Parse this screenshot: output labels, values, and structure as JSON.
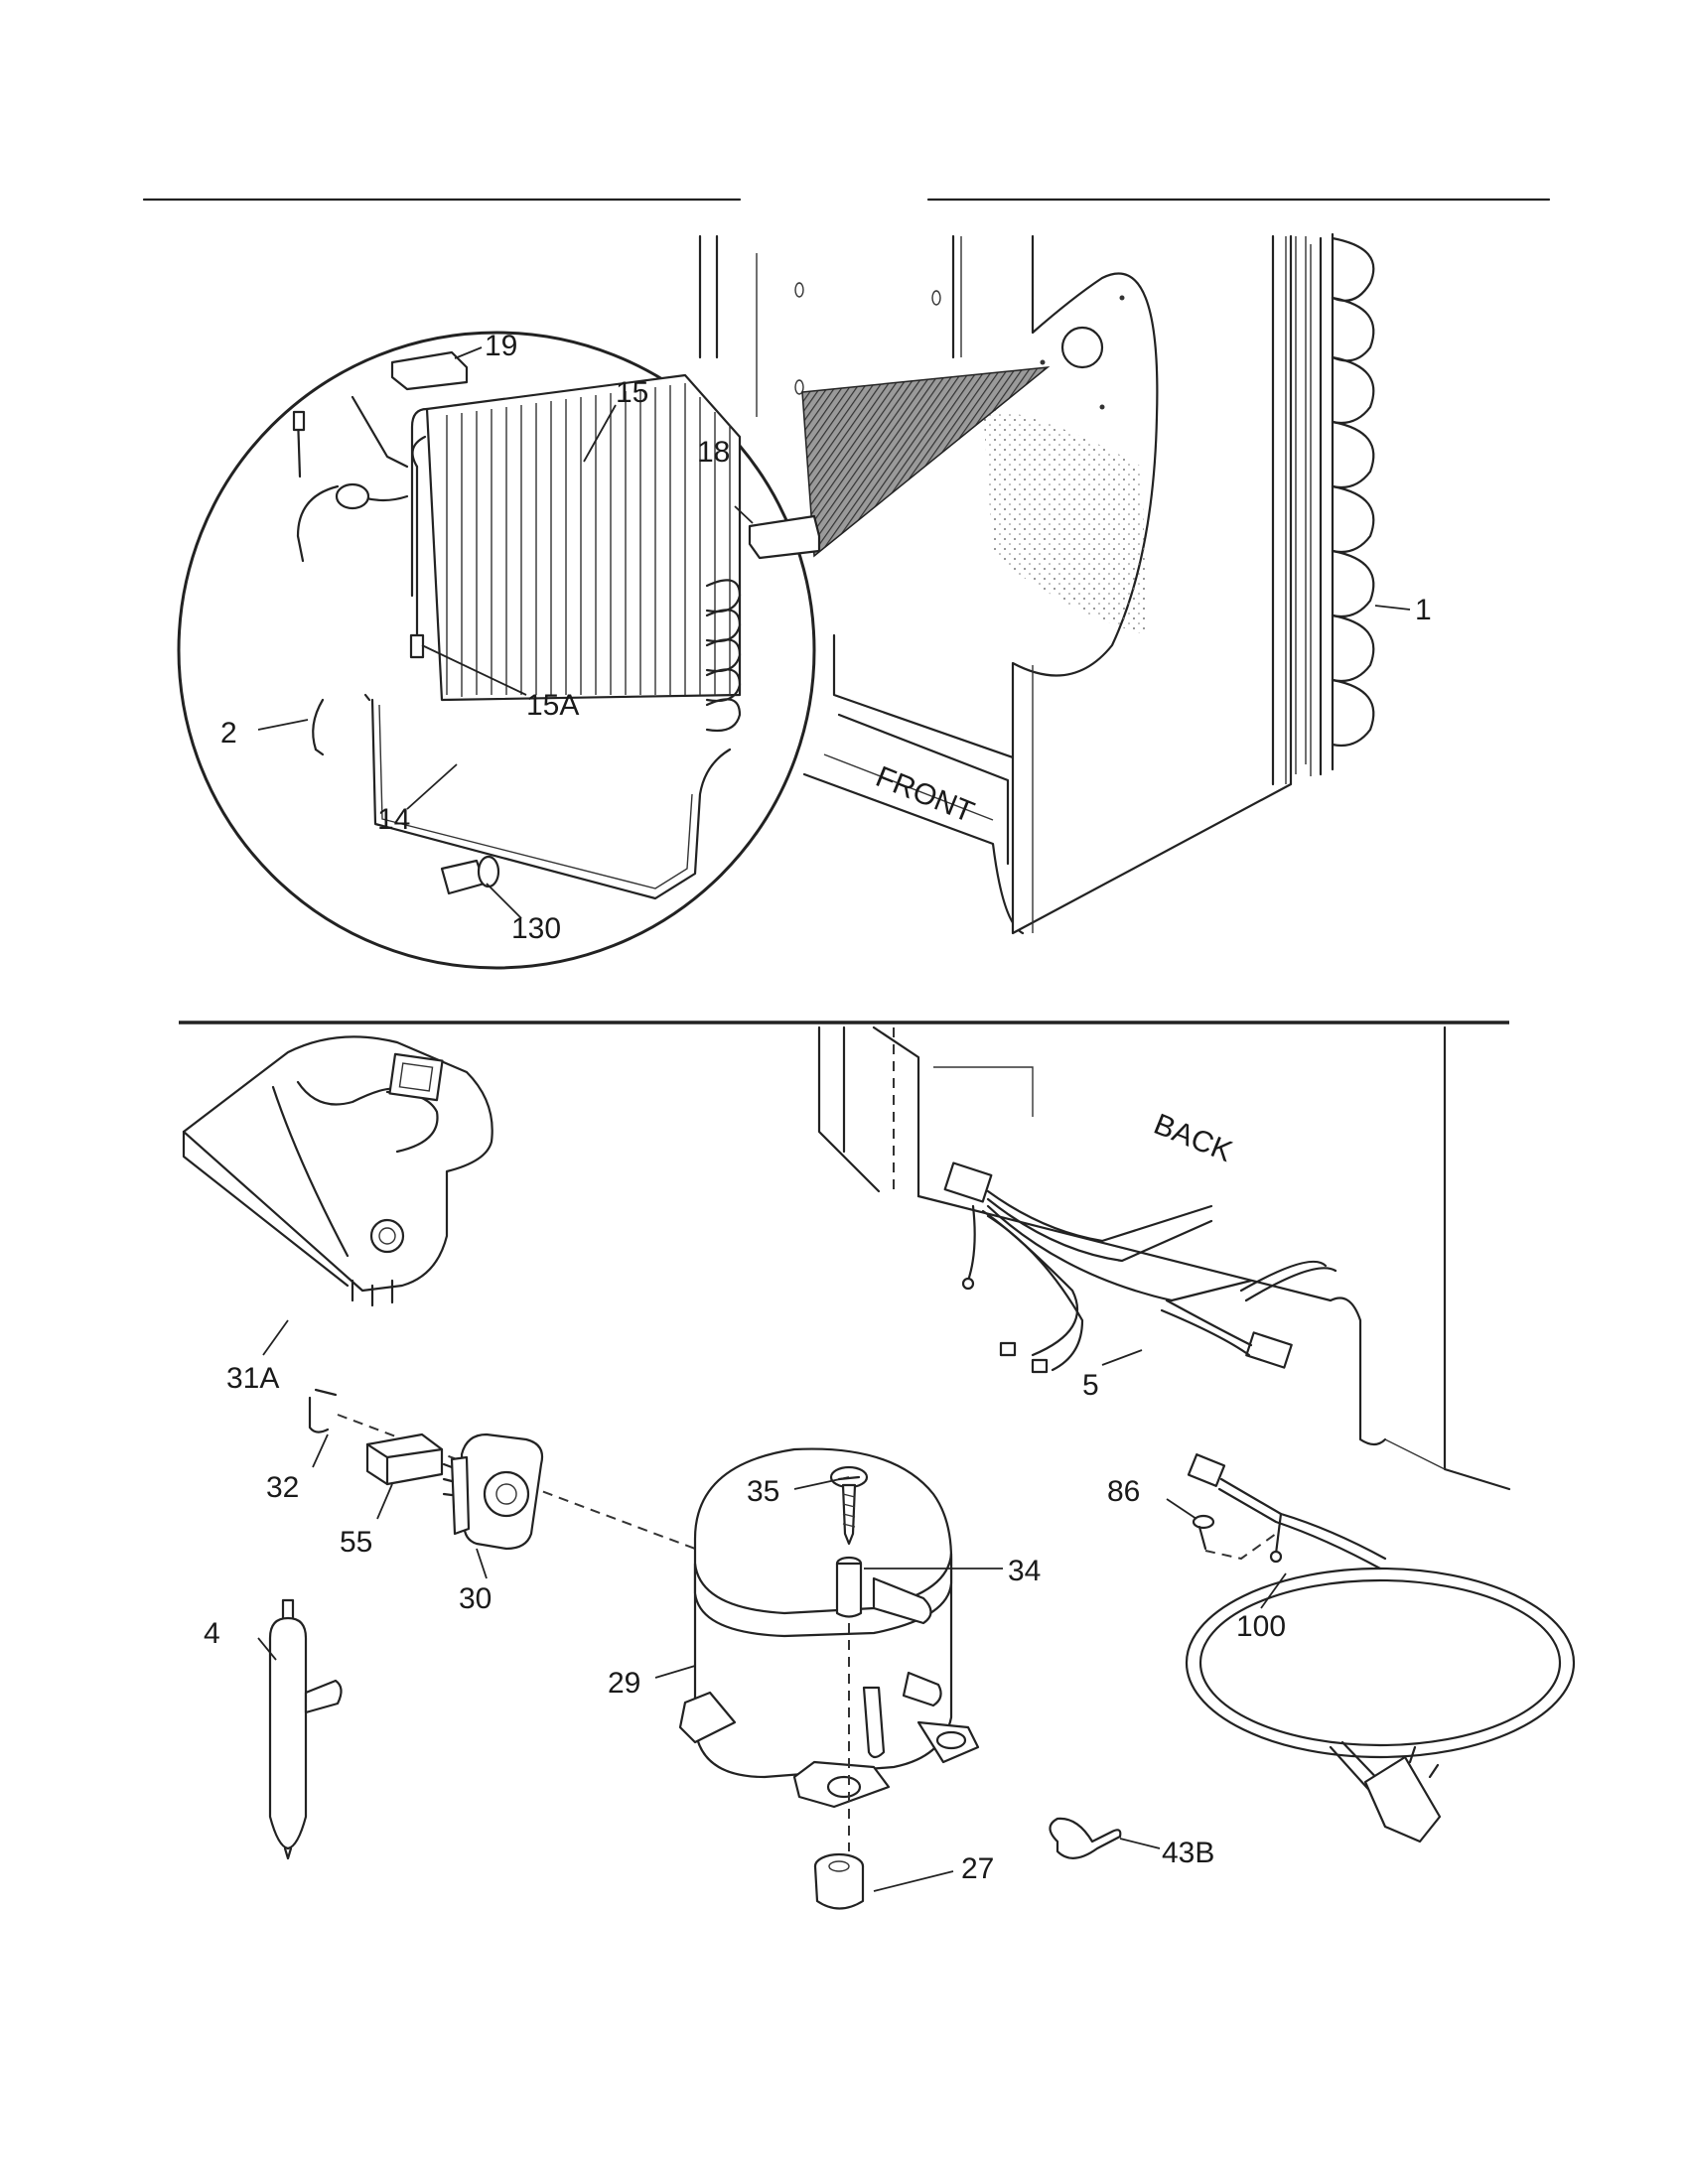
{
  "labels": {
    "p1": "1",
    "p2": "2",
    "p4": "4",
    "p5": "5",
    "p14": "14",
    "p15": "15",
    "p15a": "15A",
    "p18": "18",
    "p19": "19",
    "p27": "27",
    "p29": "29",
    "p30": "30",
    "p31a": "31A",
    "p32": "32",
    "p34": "34",
    "p35": "35",
    "p43b": "43B",
    "p55": "55",
    "p86": "86",
    "p100": "100",
    "p130": "130",
    "front": "FRONT",
    "back": "BACK"
  }
}
